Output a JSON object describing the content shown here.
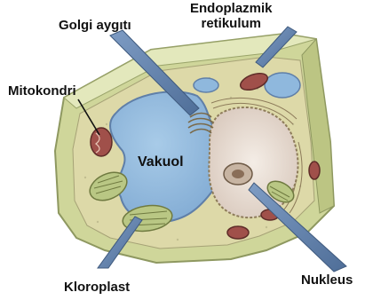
{
  "labels": {
    "golgi": "Golgi aygıtı",
    "er_line1": "Endoplazmik",
    "er_line2": "retikulum",
    "mitokondri": "Mitokondri",
    "vakuol": "Vakuol",
    "kloroplast": "Kloroplast",
    "nukleus": "Nukleus"
  },
  "colors": {
    "cell_wall": "#cfd69a",
    "cell_wall_dark": "#9aa46a",
    "cytoplasm": "#ddd9a8",
    "vacuole": "#8fb8dd",
    "vacuole_edge": "#5f7fa8",
    "nucleus": "#e9ded6",
    "chloroplast": "#b9c784",
    "mitochondria": "#a0504a",
    "arrow": "#5f7fa8"
  }
}
